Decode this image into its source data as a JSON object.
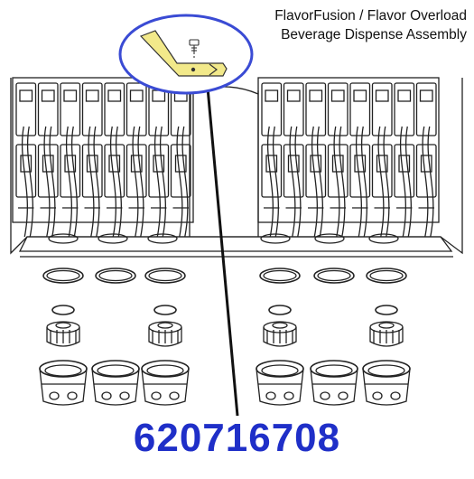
{
  "title": {
    "line1": "FlavorFusion / Flavor Overload",
    "line2": "Beverage Dispense Assembly"
  },
  "part_number": "620716708",
  "colors": {
    "part_number": "#1f2fc8",
    "highlight_ellipse": "#3a4bd4",
    "highlight_part": "#f2e98a",
    "line_art": "#222222"
  },
  "icons": {
    "highlighted_part": "bracket-with-screw-icon"
  }
}
